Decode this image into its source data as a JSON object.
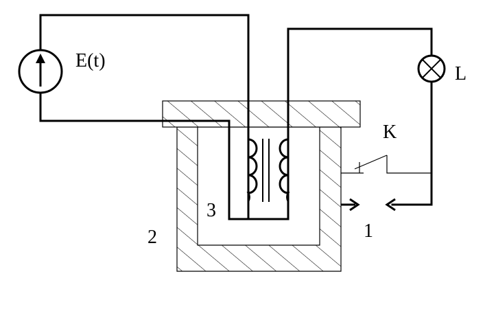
{
  "diagram": {
    "labels": {
      "source": "E(t)",
      "lamp": "L",
      "switch": "K",
      "contact": "1",
      "core": "2",
      "coil": "3"
    },
    "colors": {
      "line": "#000000",
      "background": "#ffffff"
    },
    "icons": {
      "source": "current-source-arrow-icon",
      "lamp": "lamp-cross-icon",
      "inductor": "inductor-coil-icon",
      "arrow": "arrowhead-icon"
    }
  }
}
